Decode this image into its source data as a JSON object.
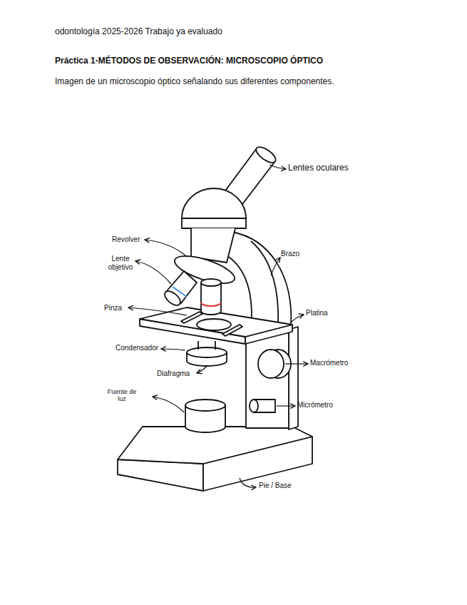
{
  "diagram": {
    "title": "Práctica 1-MÉTODOS DE OBSERVACIÓN: MICROSCOPIO ÓPTICO",
    "labels": [
      "odontología 2025-2026 Trabajo ya evaluado",
      "Imagen de un microscopio óptico señalando sus diferentes componentes.",
      "Lentes oculares",
      "Revolver",
      "Lente objetivo",
      "Brazo",
      "Pinza",
      "Platina",
      "Condensador",
      "Diafragma",
      "Macrómetro",
      "Fuente de luz",
      "Micrómetro",
      "Pie / Base"
    ]
  }
}
